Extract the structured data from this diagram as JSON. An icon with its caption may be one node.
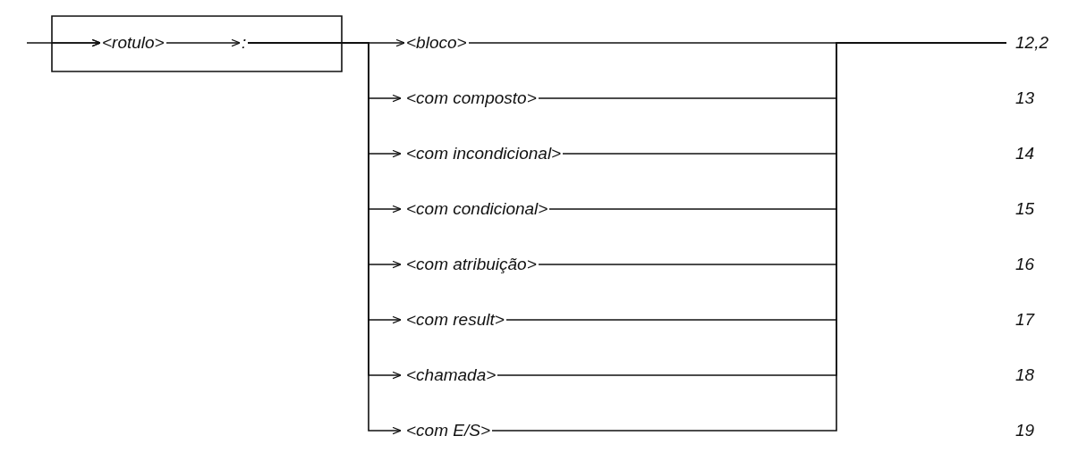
{
  "diagram": {
    "nodes": [
      {
        "text": [
          "<rotulo>"
        ]
      },
      {
        "text": [
          ":"
        ]
      },
      {
        "text": [
          "<bloco>"
        ]
      },
      {
        "text": [
          "<com composto>"
        ]
      },
      {
        "text": [
          "<com incondicional>"
        ]
      },
      {
        "text": [
          "<com condicional>"
        ]
      },
      {
        "text": [
          "<com atribuição>"
        ]
      },
      {
        "text": [
          "<com result>"
        ]
      },
      {
        "text": [
          "<chamada>"
        ]
      },
      {
        "text": [
          "<com E/S>"
        ]
      }
    ],
    "edges": [
      {
        "from": null,
        "to": 0,
        "arrow": "to"
      },
      {
        "from": 0,
        "to": 1,
        "arrow": "to"
      },
      {
        "from": 1,
        "to": 0,
        "arrow": "to"
      },
      {
        "from": 1,
        "to": 2,
        "arrow": "to"
      },
      {
        "from": 1,
        "to": 3,
        "arrow": "to"
      },
      {
        "from": 1,
        "to": 4,
        "arrow": "to"
      },
      {
        "from": 1,
        "to": 5,
        "arrow": "to"
      },
      {
        "from": 1,
        "to": 6,
        "arrow": "to"
      },
      {
        "from": 1,
        "to": 7,
        "arrow": "to"
      },
      {
        "from": 1,
        "to": 8,
        "arrow": "to"
      },
      {
        "from": 1,
        "to": 9,
        "arrow": "to"
      },
      {
        "from": 2,
        "to": null,
        "arrow": "none"
      },
      {
        "from": 3,
        "to": null,
        "arrow": "none"
      },
      {
        "from": 4,
        "to": null,
        "arrow": "none"
      },
      {
        "from": 5,
        "to": null,
        "arrow": "none"
      },
      {
        "from": 6,
        "to": null,
        "arrow": "none"
      },
      {
        "from": 7,
        "to": null,
        "arrow": "none"
      },
      {
        "from": 8,
        "to": null,
        "arrow": "none"
      },
      {
        "from": 9,
        "to": null,
        "arrow": "none"
      }
    ],
    "labels": [
      "12,2",
      "13",
      "14",
      "15",
      "16",
      "17",
      "18",
      "19"
    ]
  }
}
